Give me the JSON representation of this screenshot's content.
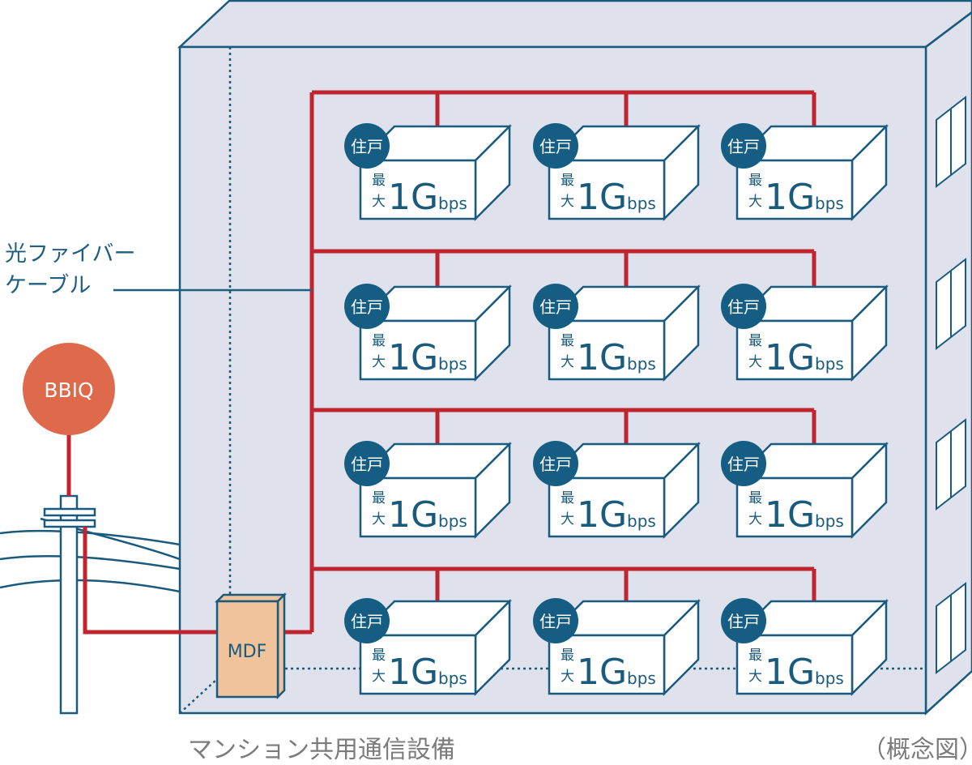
{
  "fiber_label_lines": [
    "光ファイバー",
    "ケーブル"
  ],
  "provider": "BBIQ",
  "mdf": "MDF",
  "caption": "マンション共用通信設備",
  "note": "（概念図）",
  "unit": {
    "badge": "住戸",
    "max_top": "最",
    "max_bottom": "大",
    "speed_big": "1G",
    "speed_small": "bps"
  },
  "floors": 4,
  "units_per_floor": 3,
  "colors": {
    "building_fill": "#dfe2ec",
    "outline": "#1a5a7c",
    "fiber": "#c0242f",
    "badge": "#155d83",
    "unit_text": "#1a5a7c",
    "mdf_fill": "#f0c39a",
    "bbiq": "#de6a4b"
  }
}
